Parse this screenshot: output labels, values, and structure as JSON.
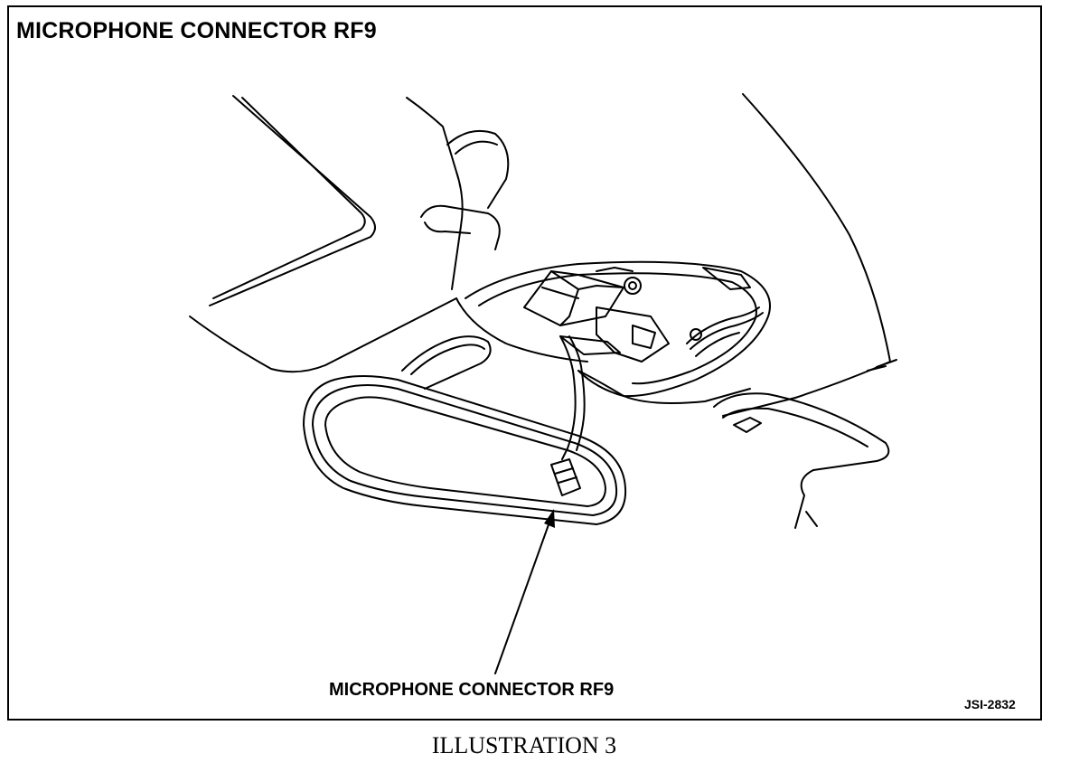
{
  "title": "MICROPHONE CONNECTOR RF9",
  "callout_label": "MICROPHONE CONNECTOR RF9",
  "figure_code": "JSI-2832",
  "caption": "ILLUSTRATION 3",
  "colors": {
    "ink": "#000000",
    "paper": "#ffffff"
  }
}
